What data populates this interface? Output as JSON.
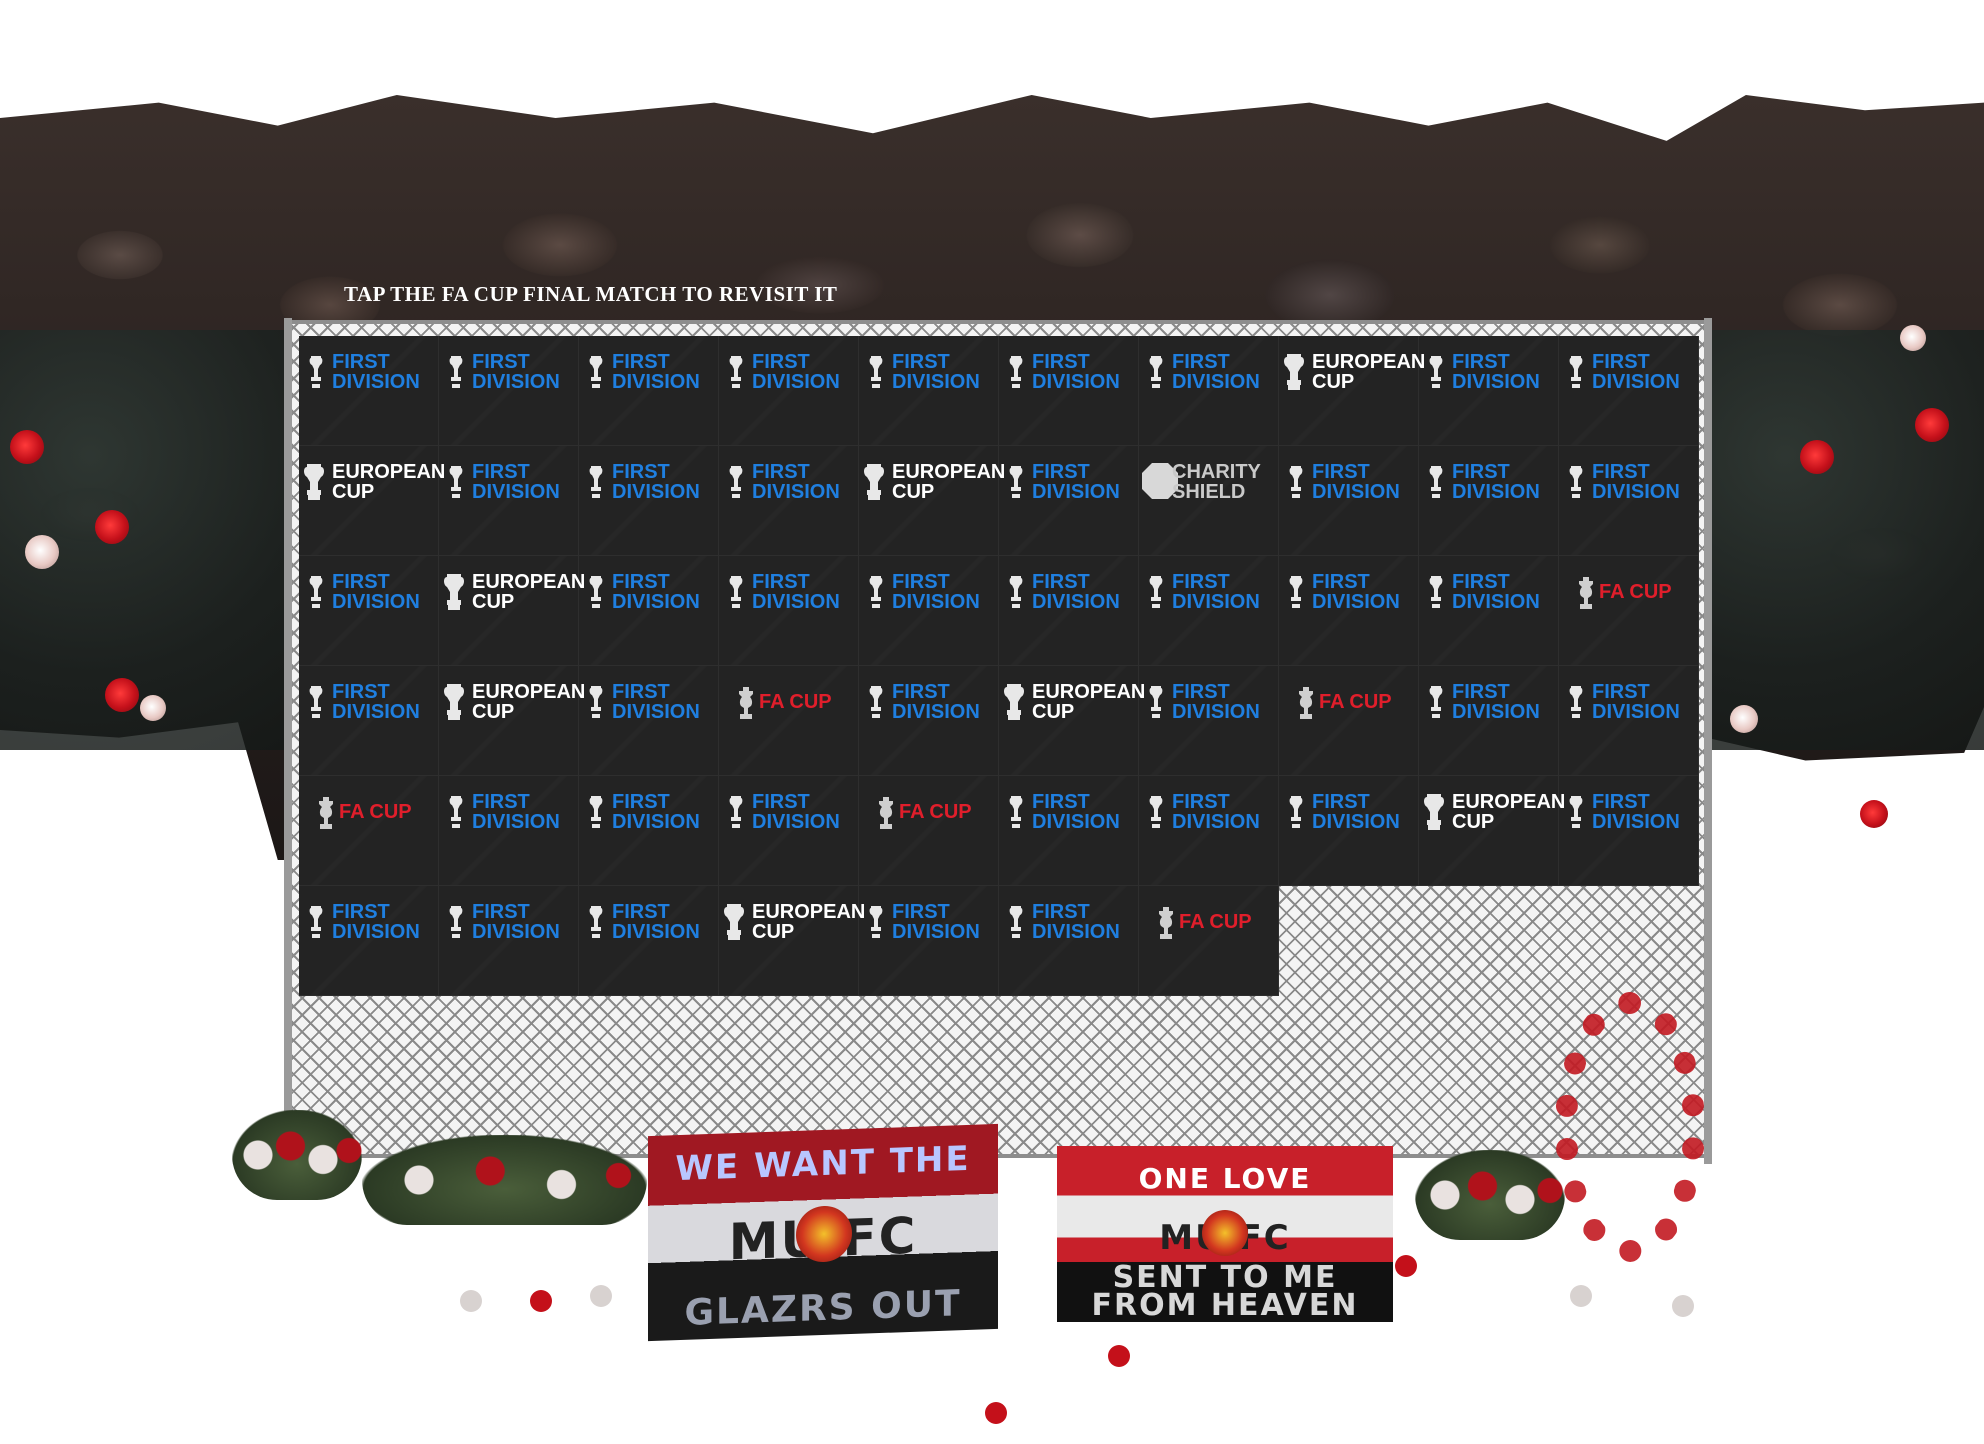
{
  "instruction": "TAP THE FA CUP FINAL MATCH TO REVISIT IT",
  "trophies": {
    "fd": {
      "line1": "FIRST",
      "line2": "DIVISION",
      "icon": "first-division-trophy-icon"
    },
    "ec": {
      "line1": "EUROPEAN",
      "line2": "CUP",
      "icon": "european-cup-icon"
    },
    "cs": {
      "line1": "CHARITY",
      "line2": "SHIELD",
      "icon": "charity-shield-icon"
    },
    "fa": {
      "line1": "FA CUP",
      "line2": "",
      "icon": "fa-cup-icon"
    }
  },
  "grid": [
    [
      "fd",
      "fd",
      "fd",
      "fd",
      "fd",
      "fd",
      "fd",
      "ec",
      "fd",
      "fd"
    ],
    [
      "ec",
      "fd",
      "fd",
      "fd",
      "ec",
      "fd",
      "cs",
      "fd",
      "fd",
      "fd"
    ],
    [
      "fd",
      "ec",
      "fd",
      "fd",
      "fd",
      "fd",
      "fd",
      "fd",
      "fd",
      "fa"
    ],
    [
      "fd",
      "ec",
      "fd",
      "fa",
      "fd",
      "ec",
      "fd",
      "fa",
      "fd",
      "fd"
    ],
    [
      "fa",
      "fd",
      "fd",
      "fd",
      "fa",
      "fd",
      "fd",
      "fd",
      "ec",
      "fd"
    ],
    [
      "fd",
      "fd",
      "fd",
      "ec",
      "fd",
      "fd",
      "fa"
    ]
  ],
  "banners": {
    "left": {
      "line1": "WE WANT THE",
      "line2": "MU  FC",
      "line3": "GLAZRS OUT"
    },
    "right": {
      "line1": "ONE LOVE",
      "line2": "MU  FC",
      "line3": "SENT TO ME",
      "line4": "FROM HEAVEN"
    }
  },
  "colors": {
    "first_division": "#1f7fe0",
    "european_cup": "#ffffff",
    "charity_shield": "#c9c9c9",
    "fa_cup": "#e01e2b",
    "tile": "#232323"
  }
}
